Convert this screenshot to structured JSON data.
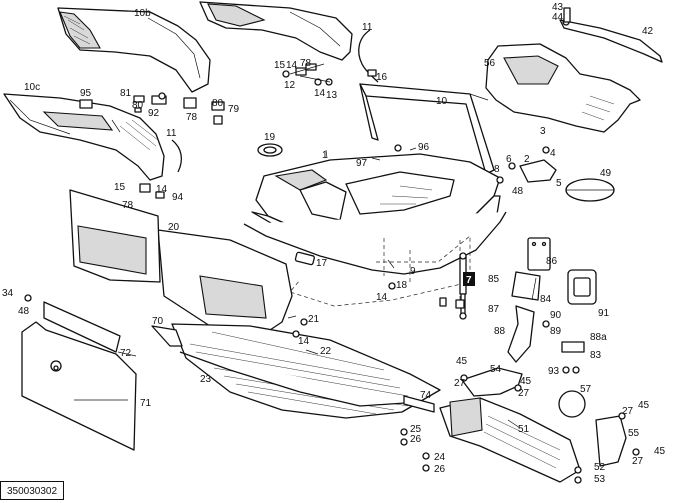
{
  "drawing_number": "350030302",
  "callouts": {
    "p1": "1",
    "p2": "2",
    "p3": "3",
    "p4": "4",
    "p5": "5",
    "p6": "6",
    "p7": "7",
    "p8": "8",
    "p9": "9",
    "p10": "10",
    "p10b": "10b",
    "p10c": "10c",
    "p11a": "11",
    "p11b": "11",
    "p12": "12",
    "p13": "13",
    "p14a": "14",
    "p14b": "14",
    "p14c": "14",
    "p14d": "14",
    "p14e": "14",
    "p15a": "15",
    "p15b": "15",
    "p16": "16",
    "p17": "17",
    "p18": "18",
    "p19": "19",
    "p20": "20",
    "p21": "21",
    "p22": "22",
    "p23": "23",
    "p24": "24",
    "p25": "25",
    "p26": "26",
    "p27a": "27",
    "p27b": "27",
    "p27c": "27",
    "p27d": "27",
    "p34": "34",
    "p42": "42",
    "p43": "43",
    "p44": "44",
    "p45a": "45",
    "p45b": "45",
    "p45c": "45",
    "p45d": "45",
    "p48a": "48",
    "p48b": "48",
    "p49": "49",
    "p51": "51",
    "p52": "52",
    "p53": "53",
    "p54": "54",
    "p55": "55",
    "p56": "56",
    "p57": "57",
    "p70": "70",
    "p71": "71",
    "p72": "72",
    "p74": "74",
    "p78a": "78",
    "p78b": "78",
    "p78c": "78",
    "p79": "79",
    "p80a": "80",
    "p80b": "80",
    "p81": "81",
    "p83": "83",
    "p84": "84",
    "p85": "85",
    "p86": "86",
    "p87": "87",
    "p88": "88",
    "p88a": "88a",
    "p89": "89",
    "p90": "90",
    "p91": "91",
    "p92": "92",
    "p93": "93",
    "p94": "94",
    "p95": "95",
    "p96": "96",
    "p97": "97"
  }
}
